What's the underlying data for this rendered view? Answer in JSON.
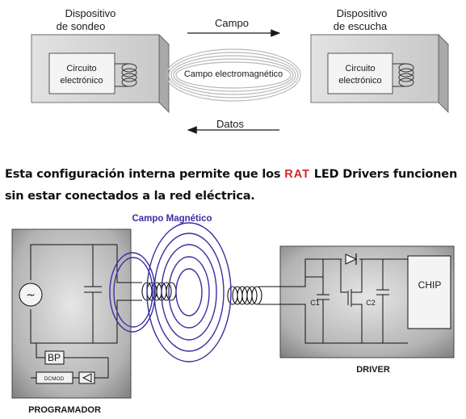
{
  "top": {
    "probe_device": [
      "Dispositivo",
      "de sondeo"
    ],
    "listen_device": [
      "Dispositivo",
      "de escucha"
    ],
    "circuit_left": [
      "Circuito",
      "electrónico"
    ],
    "circuit_right": [
      "Circuito",
      "electrónico"
    ],
    "field_label": "Campo",
    "em_label": "Campo electromagnético",
    "data_label": "Datos"
  },
  "caption": {
    "before": "Esta configuración interna permite que los ",
    "brand": "RAT",
    "after": " LED Drivers funcionen sin estar conectados a la red eléctrica."
  },
  "bottom": {
    "magnetic_label": "Campo Magnético",
    "bp_label": "BP",
    "dcmod_label": "DCMOD",
    "programmer_label": "PROGRAMADOR",
    "driver_label": "DRIVER",
    "chip_label": "CHIP",
    "c1_label": "C1",
    "c2_label": "C2"
  },
  "colors": {
    "magnetic": "#3a2fa0",
    "brand": "#d7262b",
    "panel": "#b9b9b9"
  }
}
